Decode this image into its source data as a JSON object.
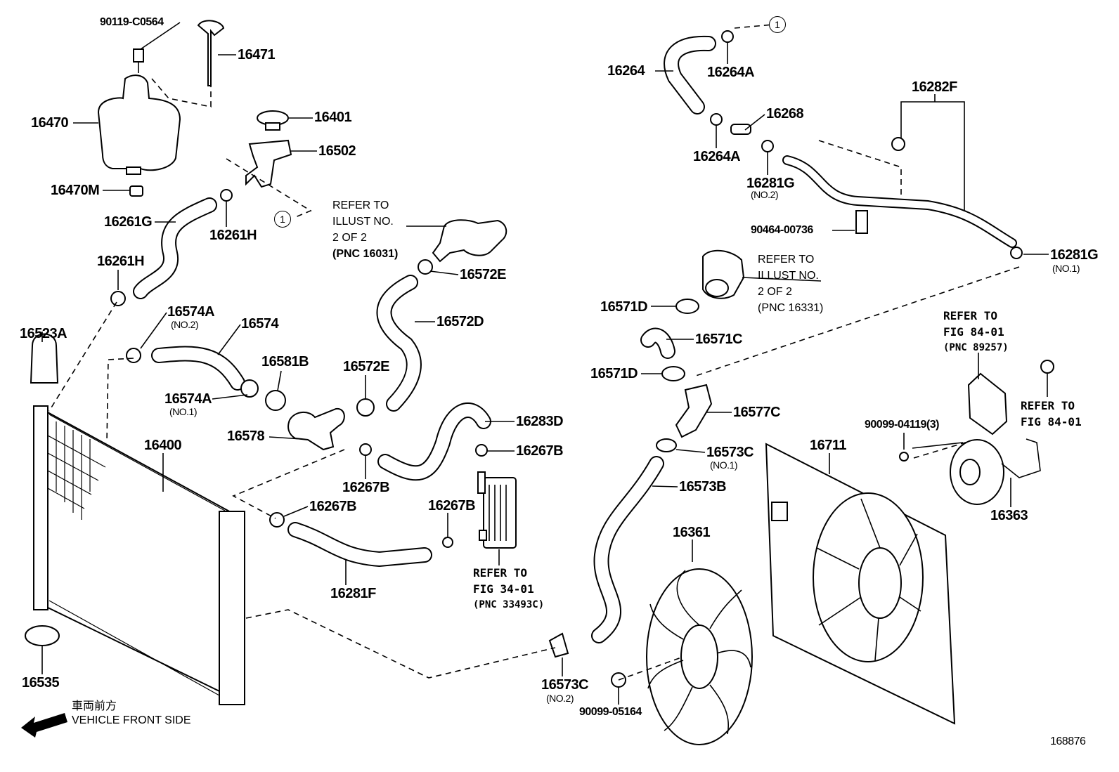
{
  "labels": [
    "90119-C0564",
    "16471",
    "16470",
    "16401",
    "16502",
    "16470M",
    "16261G",
    "16261H",
    "16261H",
    "16523A",
    "16574A",
    "16574",
    "16581B",
    "16572E",
    "16574A",
    "16578",
    "16400",
    "16572E",
    "16572D",
    "16283D",
    "16267B",
    "16267B",
    "16267B",
    "16267B",
    "16281F",
    "16535",
    "16264",
    "16264A",
    "16268",
    "16264A",
    "16281G",
    "16282F",
    "90464-00736",
    "16281G",
    "16571D",
    "16571C",
    "16571D",
    "16577C",
    "16573C",
    "16573B",
    "16711",
    "90099-04119(3)",
    "16363",
    "16361",
    "16573C",
    "90099-05164",
    "168876"
  ],
  "sublabels": {
    "no2_a": "(NO.2)",
    "no1_a": "(NO.1)",
    "no2_g": "(NO.2)",
    "no1_g": "(NO.1)",
    "no1_c": "(NO.1)",
    "no2_c": "(NO.2)"
  },
  "notes": {
    "pump": [
      "REFER TO",
      "ILLUST NO.",
      "2 OF 2",
      "(PNC 16031)"
    ],
    "thermo": [
      "REFER TO",
      "ILLUST NO.",
      "2 OF 2",
      "(PNC 16331)"
    ],
    "fig84a": [
      "REFER TO",
      "FIG 84-01",
      "(PNC 89257)"
    ],
    "fig84b": [
      "REFER TO",
      "FIG 84-01"
    ],
    "fig34": [
      "REFER TO",
      "FIG 34-01",
      "(PNC 33493C)"
    ]
  },
  "ref_marker": "1",
  "direction": {
    "jp": "車両前方",
    "en": "VEHICLE FRONT SIDE",
    "icon": "arrow-left-icon"
  }
}
